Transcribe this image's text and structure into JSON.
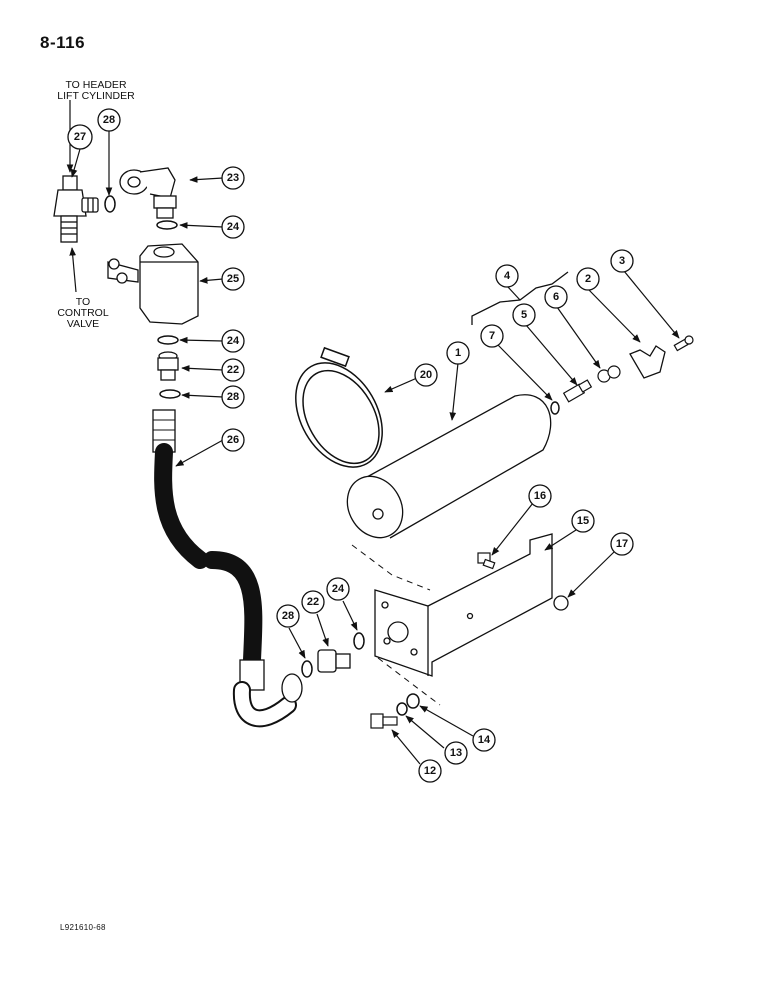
{
  "page_number": "8-116",
  "notes": {
    "to_header": "TO HEADER LIFT CYLINDER",
    "to_header_line1": "TO HEADER",
    "to_header_line2": "LIFT CYLINDER",
    "to_control_line1": "TO",
    "to_control_line2": "CONTROL",
    "to_control_line3": "VALVE"
  },
  "footer_code": "L921610-68",
  "callouts": [
    "1",
    "2",
    "3",
    "4",
    "5",
    "6",
    "7",
    "12",
    "13",
    "14",
    "15",
    "16",
    "17",
    "20",
    "22",
    "22",
    "23",
    "24",
    "24",
    "24",
    "25",
    "26",
    "27",
    "28",
    "28",
    "28"
  ]
}
